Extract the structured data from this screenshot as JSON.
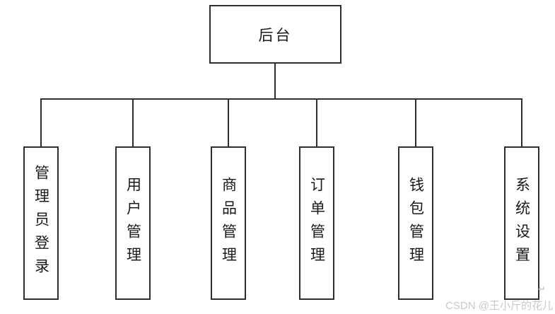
{
  "diagram": {
    "type": "tree",
    "root": {
      "label": "后台"
    },
    "children": [
      {
        "label": "管理员登录"
      },
      {
        "label": "用户管理"
      },
      {
        "label": "商品管理"
      },
      {
        "label": "订单管理"
      },
      {
        "label": "钱包管理"
      },
      {
        "label": "系统设置"
      }
    ]
  },
  "watermark": {
    "text": "CSDN @王小斤的花儿",
    "return_mark": "↵"
  },
  "colors": {
    "line": "#2e2e2e",
    "text": "#1a1a1a",
    "background": "#ffffff",
    "watermark": "#c9c9c9"
  }
}
